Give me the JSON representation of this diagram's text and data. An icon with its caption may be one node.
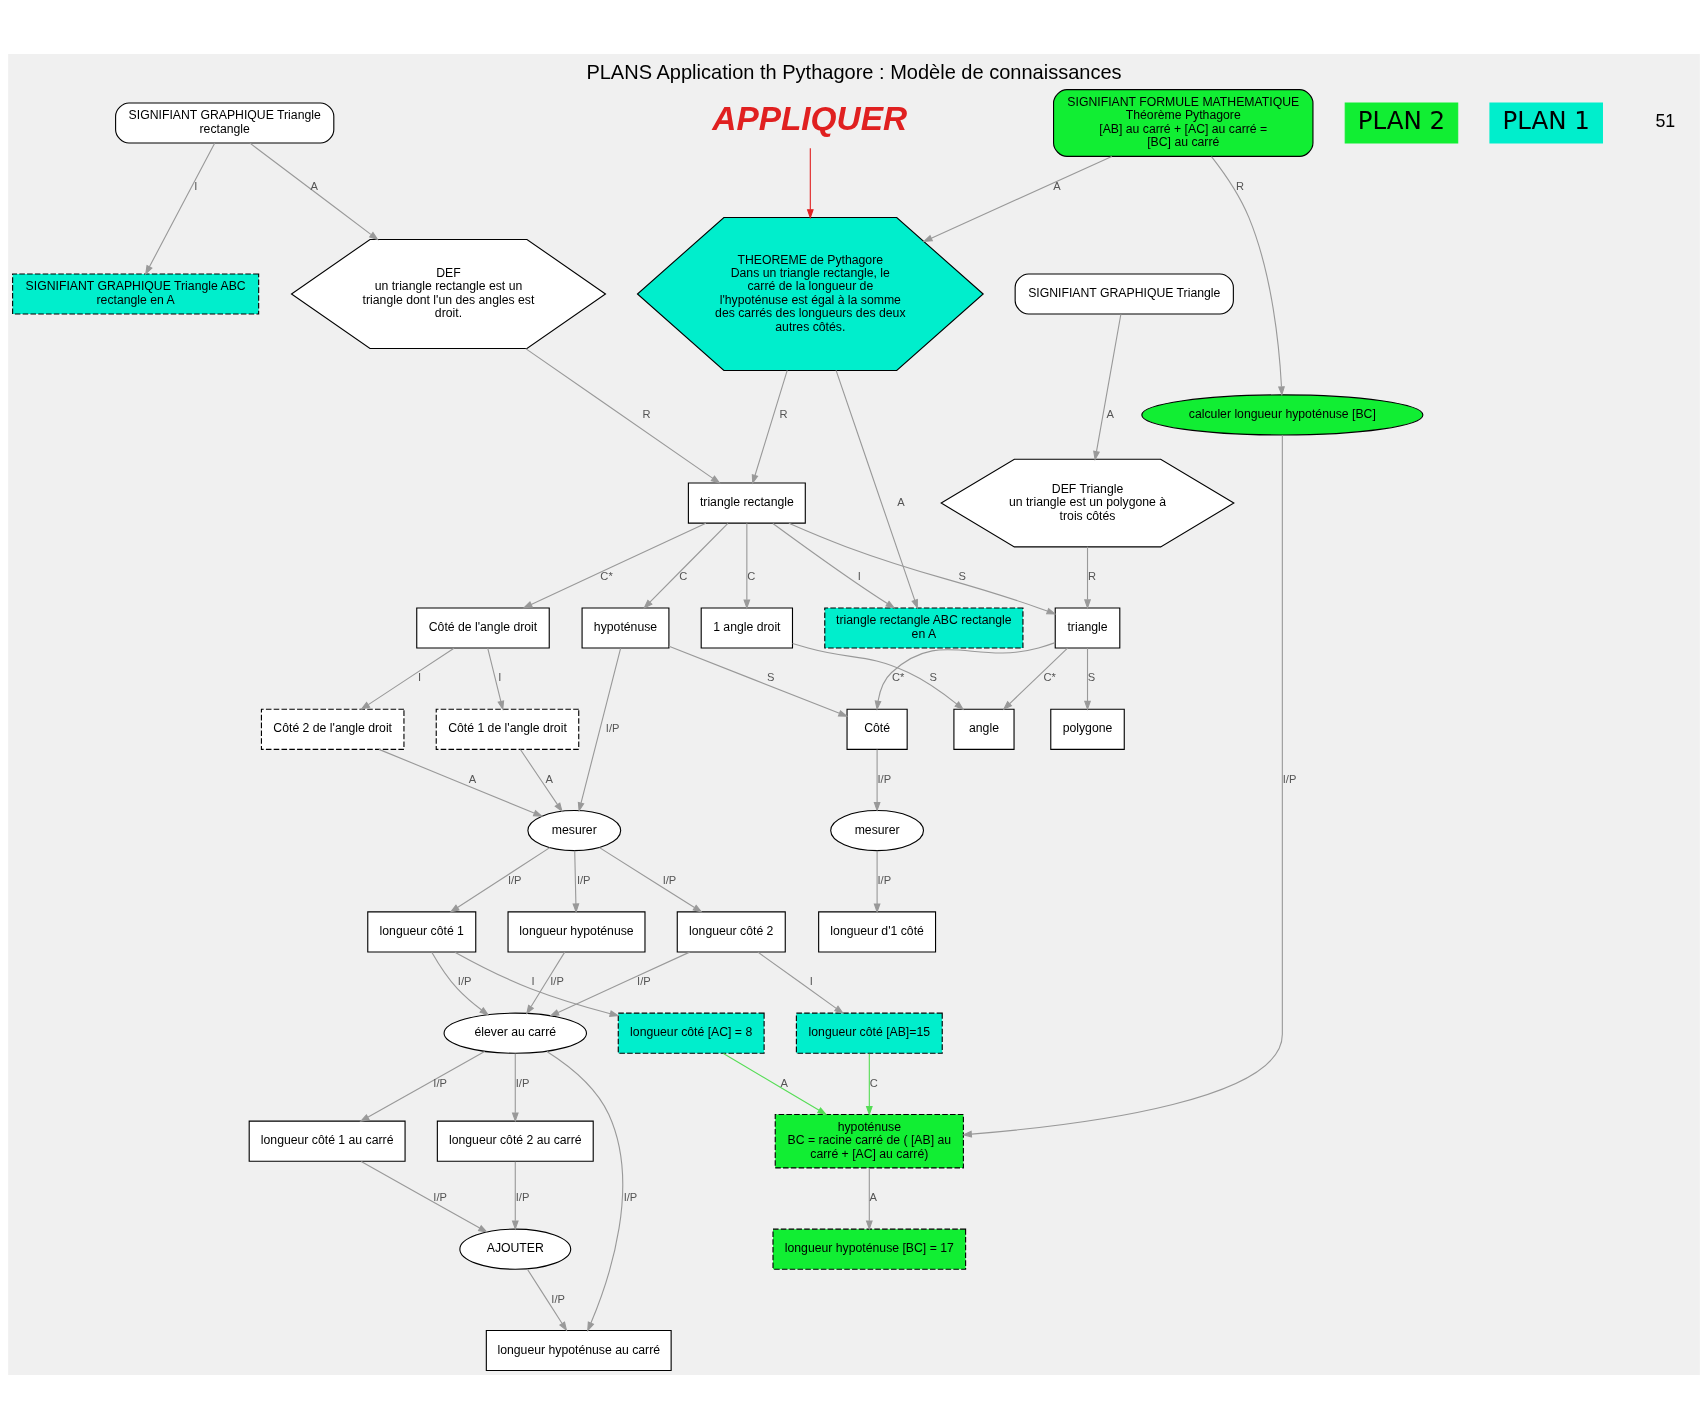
{
  "diagram": {
    "title": "PLANS Application th Pythagore : Modèle de connaissances",
    "nodes": [
      {
        "text": [
          "polygone"
        ]
      },
      {
        "text": [
          "SIGNIFIANT FORMULE MATHEMATIQUE Théorème Pythagore",
          "[AB] au carré + [AC] au carré = [BC] au carré"
        ]
      },
      {
        "text": [
          "PLAN 2"
        ]
      },
      {
        "text": [
          "DEF Triangle",
          "un triangle est un polygone à trois côtés"
        ]
      },
      {
        "text": [
          "triangle"
        ]
      },
      {
        "text": [
          "calculer longueur hypoténuse [BC]"
        ]
      },
      {
        "text": [
          "SIGNIFIANT GRAPHIQUE Triangle"
        ]
      },
      {
        "text": [
          "Côté"
        ]
      },
      {
        "text": [
          "angle"
        ]
      },
      {
        "text": [
          "PLAN 1"
        ]
      },
      {
        "text": [
          "hypoténuse",
          "BC = racine carré de ( [AB] au carré + [AC] au carré)"
        ]
      },
      {
        "text": [
          "mesurer"
        ]
      },
      {
        "text": [
          "triangle rectangle ABC rectangle en A"
        ]
      },
      {
        "text": [
          "longueur hypoténuse [BC] = 17"
        ]
      },
      {
        "text": [
          "longueur d'1 côté"
        ]
      },
      {
        "text": [
          "THEOREME de Pythagore",
          "Dans un triangle rectangle, le carré de la longueur de l'hypoténuse est égal à la somme des carrés des longueurs des deux autres côtés."
        ]
      },
      {
        "text": [
          "DEF",
          "un triangle rectangle est un triangle dont l'un des angles est droit."
        ]
      },
      {
        "text": [
          "triangle rectangle"
        ]
      },
      {
        "text": [
          "SIGNIFIANT GRAPHIQUE Triangle rectangle"
        ]
      },
      {
        "text": [
          "hypoténuse"
        ]
      },
      {
        "text": [
          "Côté de l'angle droit"
        ]
      },
      {
        "text": [
          "1 angle droit"
        ]
      },
      {
        "text": [
          "APPLIQUER"
        ]
      },
      {
        "text": [
          "longueur hypoténuse au carré"
        ]
      },
      {
        "text": [
          "AJOUTER"
        ]
      },
      {
        "text": [
          "Côté 1 de l'angle droit"
        ]
      },
      {
        "text": [
          "Côté 2 de l'angle droit"
        ]
      },
      {
        "text": [
          "SIGNIFIANT GRAPHIQUE Triangle ABC rectangle en A"
        ]
      },
      {
        "text": [
          "mesurer"
        ]
      },
      {
        "text": [
          "élever au carré"
        ]
      },
      {
        "text": [
          "longueur hypoténuse"
        ]
      },
      {
        "text": [
          "longueur côté 1"
        ]
      },
      {
        "text": [
          "longueur côté 1 au carré"
        ]
      },
      {
        "text": [
          "longueur côté [AC] = 8"
        ]
      },
      {
        "text": [
          "longueur côté 2"
        ]
      },
      {
        "text": [
          "longueur côté 2 au carré"
        ]
      },
      {
        "text": [
          "longueur côté [AB]=15"
        ]
      }
    ],
    "edges": [
      {
        "from": 4,
        "to": 0,
        "arrow": "to",
        "label": "S"
      },
      {
        "from": 3,
        "to": 4,
        "arrow": "to",
        "label": "R"
      },
      {
        "from": 6,
        "to": 3,
        "arrow": "to",
        "label": "A"
      },
      {
        "from": 4,
        "to": 7,
        "arrow": "to",
        "label": "C*"
      },
      {
        "from": 4,
        "to": 8,
        "arrow": "to",
        "label": "C*"
      },
      {
        "from": 7,
        "to": 11,
        "arrow": "to",
        "label": "I/P"
      },
      {
        "from": 11,
        "to": 14,
        "arrow": "to",
        "label": "I/P"
      },
      {
        "from": 17,
        "to": 4,
        "arrow": "to",
        "label": "S"
      },
      {
        "from": 19,
        "to": 7,
        "arrow": "to",
        "label": "S"
      },
      {
        "from": 21,
        "to": 8,
        "arrow": "to",
        "label": "S"
      },
      {
        "from": 16,
        "to": 17,
        "arrow": "to",
        "label": "R"
      },
      {
        "from": 15,
        "to": 17,
        "arrow": "to",
        "label": "R"
      },
      {
        "from": 18,
        "to": 16,
        "arrow": "to",
        "label": "A"
      },
      {
        "from": 17,
        "to": 19,
        "arrow": "to",
        "label": "C"
      },
      {
        "from": 17,
        "to": 20,
        "arrow": "to",
        "label": "C*"
      },
      {
        "from": 17,
        "to": 21,
        "arrow": "to",
        "label": "C"
      },
      {
        "from": 20,
        "to": 25,
        "arrow": "to",
        "label": "I"
      },
      {
        "from": 20,
        "to": 26,
        "arrow": "to",
        "label": "I"
      },
      {
        "from": 18,
        "to": 27,
        "arrow": "to",
        "label": "I"
      },
      {
        "from": 17,
        "to": 12,
        "arrow": "to",
        "label": "I"
      },
      {
        "from": 15,
        "to": 12,
        "arrow": "to",
        "label": "A"
      },
      {
        "from": 1,
        "to": 15,
        "arrow": "to",
        "label": "A"
      },
      {
        "from": 1,
        "to": 5,
        "arrow": "to",
        "label": "R"
      },
      {
        "from": 5,
        "to": 10,
        "arrow": "to",
        "label": "I/P"
      },
      {
        "from": 10,
        "to": 13,
        "arrow": "to",
        "label": "A"
      },
      {
        "from": 33,
        "to": 10,
        "arrow": "to",
        "label": "A",
        "color": "#55dd55"
      },
      {
        "from": 36,
        "to": 10,
        "arrow": "to",
        "label": "C",
        "color": "#55dd55"
      },
      {
        "from": 22,
        "to": 15,
        "arrow": "to",
        "color": "#e02020"
      },
      {
        "from": 19,
        "to": 28,
        "arrow": "to",
        "label": "I/P"
      },
      {
        "from": 25,
        "to": 28,
        "arrow": "to",
        "label": "A"
      },
      {
        "from": 26,
        "to": 28,
        "arrow": "to",
        "label": "A"
      },
      {
        "from": 28,
        "to": 30,
        "arrow": "to",
        "label": "I/P"
      },
      {
        "from": 28,
        "to": 31,
        "arrow": "to",
        "label": "I/P"
      },
      {
        "from": 28,
        "to": 34,
        "arrow": "to",
        "label": "I/P"
      },
      {
        "from": 30,
        "to": 29,
        "arrow": "to",
        "label": "I/P"
      },
      {
        "from": 31,
        "to": 29,
        "arrow": "to",
        "label": "I/P"
      },
      {
        "from": 34,
        "to": 29,
        "arrow": "to",
        "label": "I/P"
      },
      {
        "from": 29,
        "to": 23,
        "arrow": "to",
        "label": "I/P"
      },
      {
        "from": 29,
        "to": 32,
        "arrow": "to",
        "label": "I/P"
      },
      {
        "from": 29,
        "to": 35,
        "arrow": "to",
        "label": "I/P"
      },
      {
        "from": 24,
        "to": 23,
        "arrow": "to",
        "label": "I/P"
      },
      {
        "from": 32,
        "to": 24,
        "arrow": "to",
        "label": "I/P"
      },
      {
        "from": 35,
        "to": 24,
        "arrow": "to",
        "label": "I/P"
      },
      {
        "from": 31,
        "to": 33,
        "arrow": "to",
        "label": "I"
      },
      {
        "from": 34,
        "to": 36,
        "arrow": "to",
        "label": "I"
      }
    ],
    "labels": [
      "51"
    ]
  }
}
